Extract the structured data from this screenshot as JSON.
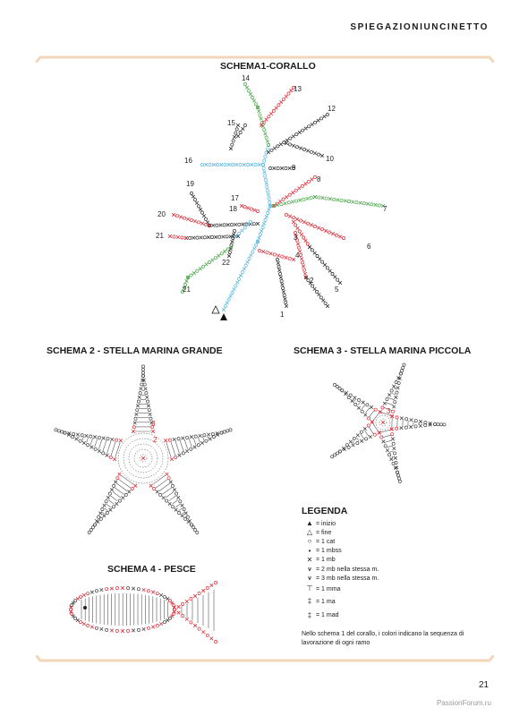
{
  "header": {
    "text": "SPIEGAZIONIUNCINETTO"
  },
  "schemas": {
    "s1": "SCHEMA1-CORALLO",
    "s2": "SCHEMA 2 - STELLA MARINA GRANDE",
    "s3": "SCHEMA 3 - STELLA MARINA PICCOLA",
    "s4": "SCHEMA 4 - PESCE"
  },
  "coral_numbers": [
    "1",
    "2",
    "3",
    "4",
    "5",
    "6",
    "7",
    "8",
    "9",
    "10",
    "11",
    "12",
    "13",
    "14",
    "15",
    "16",
    "17",
    "18",
    "19",
    "20",
    "21",
    "21",
    "22"
  ],
  "star_labels": {
    "s2": [
      "3",
      "2"
    ],
    "s3": [
      "3"
    ]
  },
  "legend": {
    "title": "LEGENDA",
    "items": [
      {
        "icon": "filled-triangle-icon",
        "symbol": "▲",
        "text": "= inizio"
      },
      {
        "icon": "outline-triangle-icon",
        "symbol": "△",
        "text": "= fine"
      },
      {
        "icon": "chain-icon",
        "symbol": "○",
        "text": "= 1 cat"
      },
      {
        "icon": "slip-stitch-icon",
        "symbol": "•",
        "text": "= 1 mbss"
      },
      {
        "icon": "single-crochet-icon",
        "symbol": "✕",
        "text": "= 1 mb"
      },
      {
        "icon": "two-sc-same-icon",
        "symbol": "⩛",
        "text": "= 2 mb nella stessa m."
      },
      {
        "icon": "three-sc-same-icon",
        "symbol": "⩛",
        "text": "= 3 mb nella stessa m."
      },
      {
        "icon": "half-double-icon",
        "symbol": "⊤",
        "text": "= 1 mma"
      },
      {
        "icon": "double-crochet-icon",
        "symbol": "‡",
        "text": "= 1 ma"
      },
      {
        "icon": "triple-crochet-icon",
        "symbol": "‡",
        "text": "= 1 mad"
      }
    ]
  },
  "note": "Nello schema 1 del corallo, i colori indicano la sequenza di lavorazione di ogni ramo",
  "page_number": "21",
  "footer": "PassionForum.ru",
  "colors": {
    "frame": "#f2d6b8",
    "red": "#e0303a",
    "green": "#4aa84a",
    "blue": "#5bb8e0",
    "ink": "#333333"
  }
}
